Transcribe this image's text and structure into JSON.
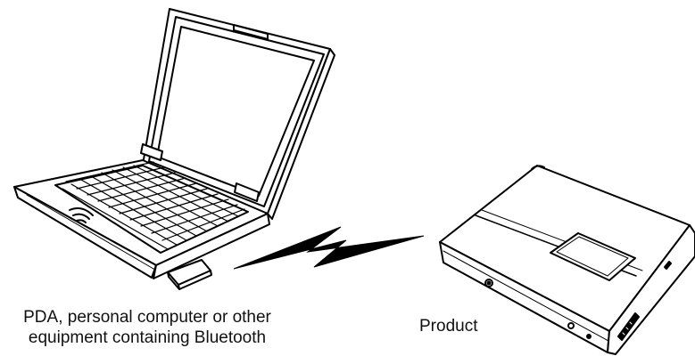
{
  "computer": {
    "label_line1": "PDA, personal computer or other",
    "label_line2": "equipment containing Bluetooth"
  },
  "product": {
    "label": "Product"
  },
  "wireless": {
    "icon": "lightning-bolt-icon"
  },
  "colors": {
    "line": "#000000",
    "background": "#ffffff"
  }
}
